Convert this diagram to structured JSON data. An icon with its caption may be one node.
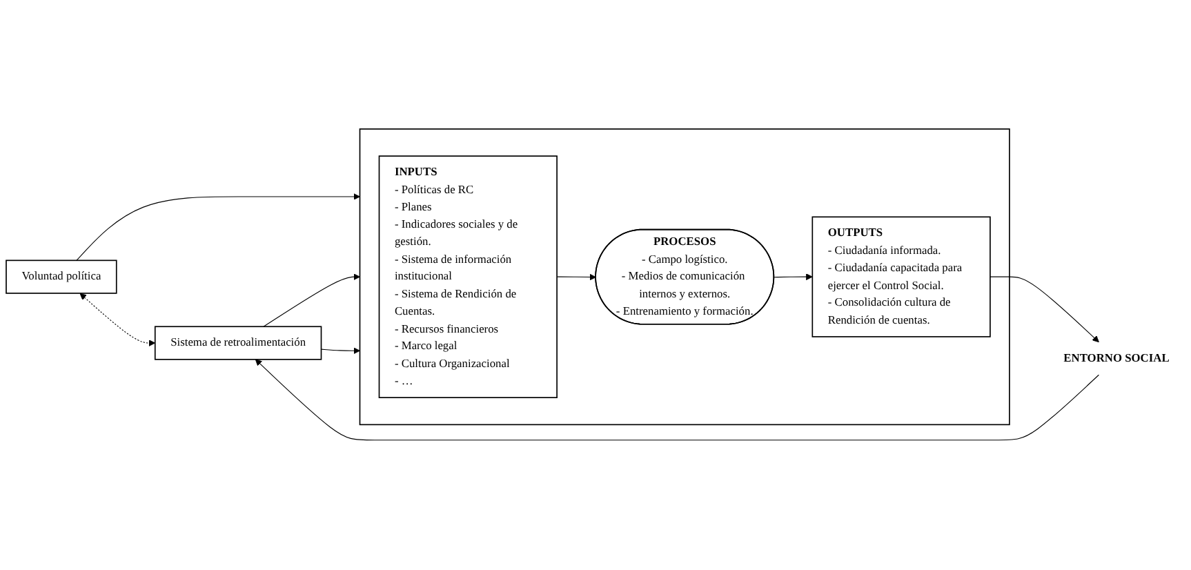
{
  "diagram": {
    "nodes": [
      {
        "text": [
          "Voluntad política"
        ]
      },
      {
        "text": [],
        "shape": "box"
      },
      {
        "text": [
          "INPUTS",
          "- Políticas de RC",
          "- Planes",
          "- Indicadores sociales y de gestión.",
          "- Sistema de información institucional",
          "- Sistema de Rendición de Cuentas.",
          "- Recursos financieros",
          "- Marco legal",
          "- Cultura Organizacional",
          "- …"
        ],
        "in": 1
      },
      {
        "text": [
          "PROCESOS",
          "- Campo logístico.",
          "- Medios de comunicación internos y externos.",
          "- Entrenamiento y formación."
        ],
        "in": 1
      },
      {
        "text": [
          "OUTPUTS",
          "- Ciudadanía informada.",
          "- Ciudadanía capacitada para ejercer el Control Social.",
          "- Consolidación cultura de Rendición de cuentas."
        ],
        "in": 1
      },
      {
        "text": [
          "ENTORNO SOCIAL"
        ]
      },
      {
        "text": [
          "Sistema de retroalimentación"
        ]
      }
    ],
    "edges": [
      {
        "from": 0,
        "to": 1,
        "arrow": "to"
      },
      {
        "from": 2,
        "to": 3,
        "arrow": "to"
      },
      {
        "from": 3,
        "to": 4,
        "arrow": "to"
      },
      {
        "from": 4,
        "to": 5,
        "arrow": "to"
      },
      {
        "from": 5,
        "to": 6,
        "arrow": "to"
      },
      {
        "from": 6,
        "to": 1,
        "arrow": "to"
      },
      {
        "from": 6,
        "to": 1,
        "arrow": "to"
      },
      {
        "from": 0,
        "to": 6,
        "arrow": "both",
        "style": "dashed"
      }
    ]
  }
}
